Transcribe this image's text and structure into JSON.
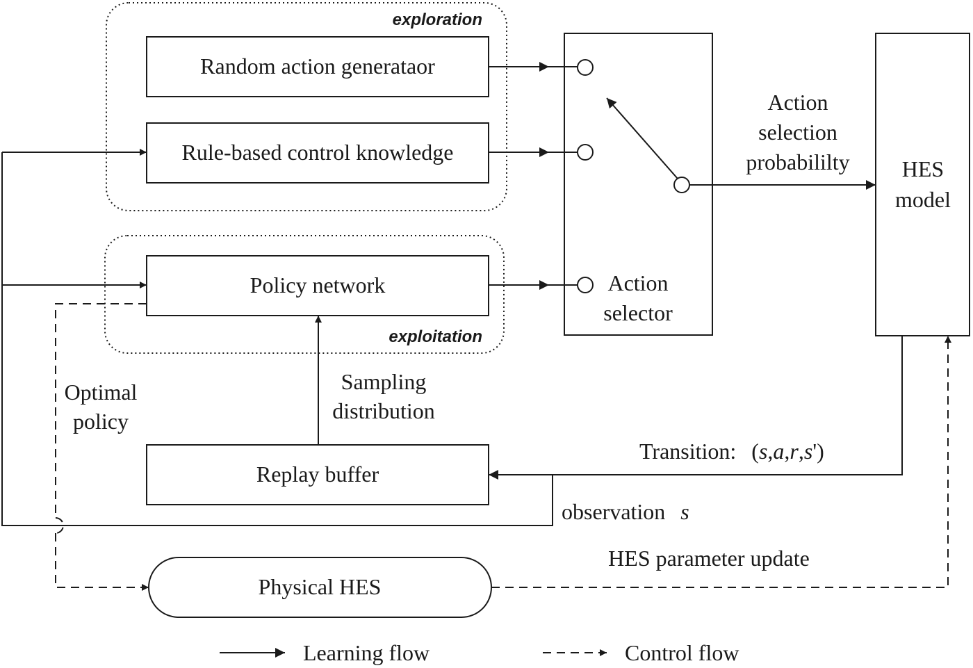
{
  "groups": {
    "exploration": "exploration",
    "exploitation": "exploitation"
  },
  "boxes": {
    "random_action_generator": "Random action generataor",
    "rule_based_control": "Rule-based control knowledge",
    "policy_network": "Policy network",
    "replay_buffer": "Replay buffer",
    "physical_hes": "Physical HES",
    "action_selector": [
      "Action",
      "selector"
    ],
    "hes_model": [
      "HES",
      "model"
    ]
  },
  "labels": {
    "action_selection_probability": [
      "Action",
      "selection",
      "probabililty"
    ],
    "sampling_distribution": [
      "Sampling",
      "distribution"
    ],
    "optimal_policy": [
      "Optimal",
      "policy"
    ],
    "transition_prefix": "Transition:",
    "transition_tuple": [
      "(",
      "s",
      ",",
      "a",
      ",",
      "r",
      ",",
      "s",
      "')"
    ],
    "observation": "observation",
    "observation_symbol": "s",
    "hes_parameter_update": "HES parameter update"
  },
  "legend": {
    "learning_flow": "Learning flow",
    "control_flow": "Control flow"
  }
}
